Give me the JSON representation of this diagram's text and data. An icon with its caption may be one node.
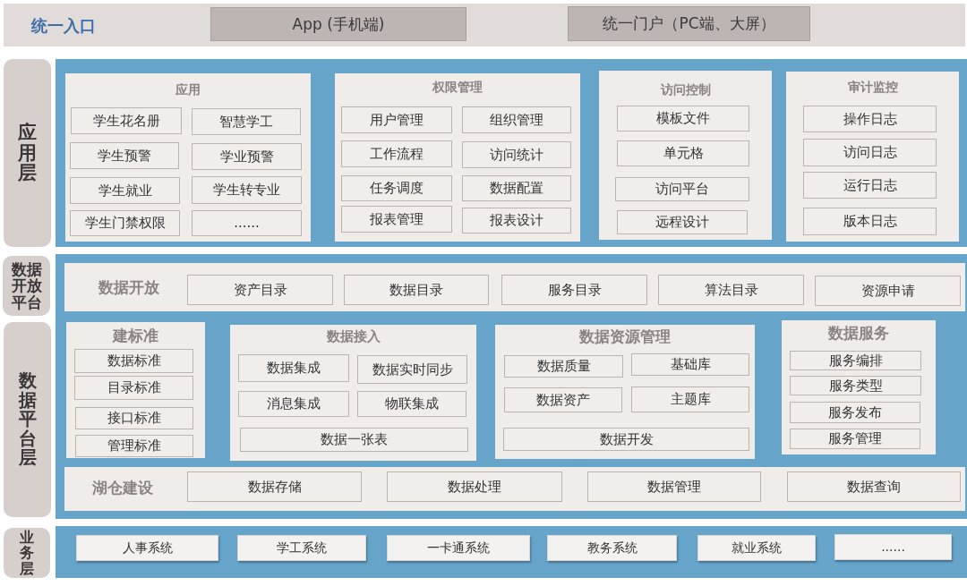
{
  "diagram": {
    "nodes": [
      {
        "text": [
          "统一入口"
        ]
      },
      {
        "text": [
          "App (手机端)"
        ],
        "in": 0
      },
      {
        "text": [
          "统一门户（PC端、大屏）"
        ],
        "in": 0
      },
      {
        "text": [
          "应用层"
        ]
      },
      {
        "text": [],
        "shape": "box"
      },
      {
        "text": [
          "应用"
        ],
        "in": 4
      },
      {
        "text": [
          "学生花名册"
        ],
        "in": 5
      },
      {
        "text": [
          "智慧学工"
        ],
        "in": 5
      },
      {
        "text": [
          "学生预警"
        ],
        "in": 5
      },
      {
        "text": [
          "学业预警"
        ],
        "in": 5
      },
      {
        "text": [
          "学生就业"
        ],
        "in": 5
      },
      {
        "text": [
          "学生转专业"
        ],
        "in": 5
      },
      {
        "text": [
          "学生门禁权限"
        ],
        "in": 5
      },
      {
        "text": [
          "......"
        ],
        "in": 5
      },
      {
        "text": [
          "权限管理"
        ],
        "in": 4
      },
      {
        "text": [
          "用户管理"
        ],
        "in": 14
      },
      {
        "text": [
          "组织管理"
        ],
        "in": 14
      },
      {
        "text": [
          "工作流程"
        ],
        "in": 14
      },
      {
        "text": [
          "访问统计"
        ],
        "in": 14
      },
      {
        "text": [
          "任务调度"
        ],
        "in": 14
      },
      {
        "text": [
          "数据配置"
        ],
        "in": 14
      },
      {
        "text": [
          "报表管理"
        ],
        "in": 14
      },
      {
        "text": [
          "报表设计"
        ],
        "in": 14
      },
      {
        "text": [
          "访问控制"
        ],
        "in": 4
      },
      {
        "text": [
          "模板文件"
        ],
        "in": 23
      },
      {
        "text": [
          "单元格"
        ],
        "in": 23
      },
      {
        "text": [
          "访问平台"
        ],
        "in": 23
      },
      {
        "text": [
          "远程设计"
        ],
        "in": 23
      },
      {
        "text": [
          "审计监控"
        ],
        "in": 4
      },
      {
        "text": [
          "操作日志"
        ],
        "in": 28
      },
      {
        "text": [
          "访问日志"
        ],
        "in": 28
      },
      {
        "text": [
          "运行日志"
        ],
        "in": 28
      },
      {
        "text": [
          "版本日志"
        ],
        "in": 28
      },
      {
        "text": [
          "数据开放平台"
        ]
      },
      {
        "text": [
          "数据平台层"
        ]
      },
      {
        "text": [],
        "shape": "box"
      },
      {
        "text": [
          "数据开放"
        ],
        "in": 35
      },
      {
        "text": [
          "资产目录"
        ],
        "in": 36
      },
      {
        "text": [
          "数据目录"
        ],
        "in": 36
      },
      {
        "text": [
          "服务目录"
        ],
        "in": 36
      },
      {
        "text": [
          "算法目录"
        ],
        "in": 36
      },
      {
        "text": [
          "资源申请"
        ],
        "in": 36
      },
      {
        "text": [
          "建标准"
        ],
        "in": 35
      },
      {
        "text": [
          "数据标准"
        ],
        "in": 42
      },
      {
        "text": [
          "目录标准"
        ],
        "in": 42
      },
      {
        "text": [
          "接口标准"
        ],
        "in": 42
      },
      {
        "text": [
          "管理标准"
        ],
        "in": 42
      },
      {
        "text": [
          "数据接入"
        ],
        "in": 35
      },
      {
        "text": [
          "数据集成"
        ],
        "in": 47
      },
      {
        "text": [
          "数据实时同步"
        ],
        "in": 47
      },
      {
        "text": [
          "消息集成"
        ],
        "in": 47
      },
      {
        "text": [
          "物联集成"
        ],
        "in": 47
      },
      {
        "text": [
          "数据一张表"
        ],
        "in": 47
      },
      {
        "text": [
          "数据资源管理"
        ],
        "in": 35
      },
      {
        "text": [
          "数据质量"
        ],
        "in": 53
      },
      {
        "text": [
          "基础库"
        ],
        "in": 53
      },
      {
        "text": [
          "数据资产"
        ],
        "in": 53
      },
      {
        "text": [
          "主题库"
        ],
        "in": 53
      },
      {
        "text": [
          "数据开发"
        ],
        "in": 53
      },
      {
        "text": [
          "数据服务"
        ],
        "in": 35
      },
      {
        "text": [
          "服务编排"
        ],
        "in": 59
      },
      {
        "text": [
          "服务类型"
        ],
        "in": 59
      },
      {
        "text": [
          "服务发布"
        ],
        "in": 59
      },
      {
        "text": [
          "服务管理"
        ],
        "in": 59
      },
      {
        "text": [
          "湖仓建设"
        ],
        "in": 35
      },
      {
        "text": [
          "数据存储"
        ],
        "in": 64
      },
      {
        "text": [
          "数据处理"
        ],
        "in": 64
      },
      {
        "text": [
          "数据管理"
        ],
        "in": 64
      },
      {
        "text": [
          "数据查询"
        ],
        "in": 64
      },
      {
        "text": [
          "业务层"
        ]
      },
      {
        "text": [],
        "shape": "box"
      },
      {
        "text": [
          "人事系统"
        ],
        "in": 70
      },
      {
        "text": [
          "学工系统"
        ],
        "in": 70
      },
      {
        "text": [
          "一卡通系统"
        ],
        "in": 70
      },
      {
        "text": [
          "教务系统"
        ],
        "in": 70
      },
      {
        "text": [
          "就业系统"
        ],
        "in": 70
      },
      {
        "text": [
          "......"
        ],
        "in": 70
      }
    ]
  }
}
